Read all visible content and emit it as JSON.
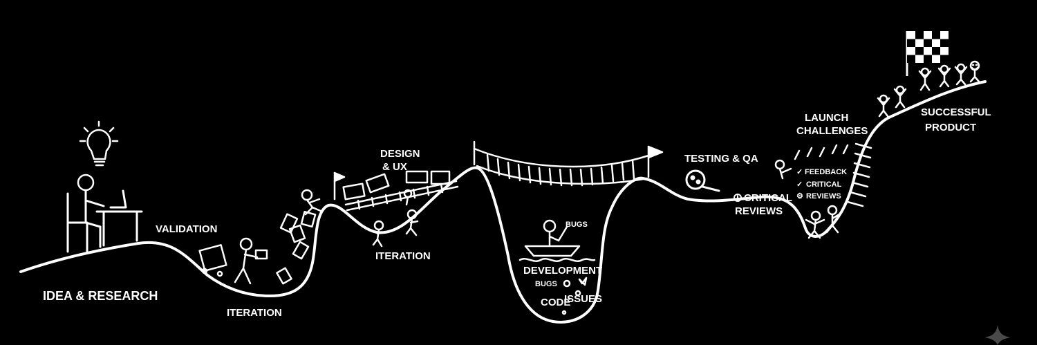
{
  "labels": {
    "idea_research": "IDEA & RESEARCH",
    "validation": "VALIDATION",
    "iteration_1": "ITERATION",
    "design_ux_1": "DESIGN",
    "design_ux_2": "& UX",
    "iteration_2": "ITERATION",
    "development": "DEVELOPMENT",
    "bugs_top": "BUGS",
    "bugs_bottom": "BUGS",
    "code": "CODE",
    "issues": "ISSUES",
    "testing_qa": "TESTING & QA",
    "critical_reviews_1": "CRITICAL",
    "critical_reviews_2": "REVIEWS",
    "launch_1": "LAUNCH",
    "launch_2": "CHALLENGES",
    "feedback": "FEEDBACK",
    "critical": "CRITICAL",
    "reviews": "REVIEWS",
    "success_1": "SUCCESSFUL",
    "success_2": "PRODUCT"
  },
  "icons": {
    "idea": "lightbulb-icon",
    "research": "laptop-icon",
    "testing": "magnifier-icon",
    "finish": "checkered-flag-icon",
    "corner": "sparkle-icon"
  },
  "colors": {
    "background": "#000000",
    "ink": "#ffffff"
  }
}
